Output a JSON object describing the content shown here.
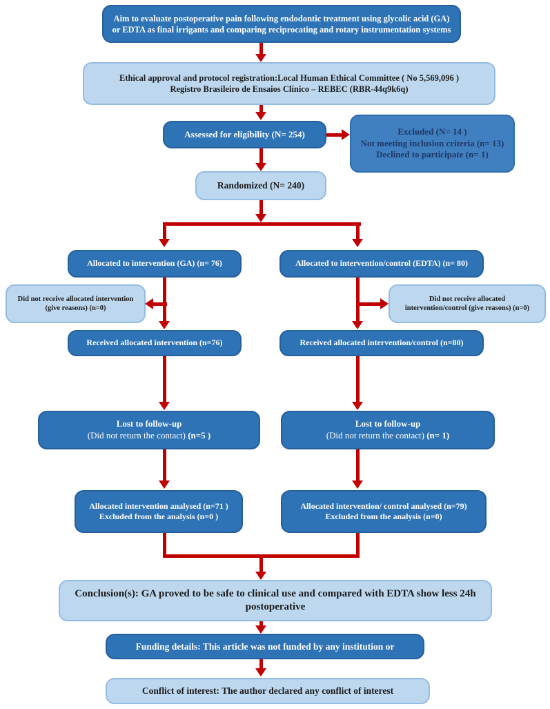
{
  "palette": {
    "background": "#FFFFFF",
    "dark_fill": "#2E73B5",
    "dark_border": "#265F9C",
    "dark_text": "#FFFFFF",
    "light_fill": "#BDD7EE",
    "light_border": "#94BCE2",
    "light_text": "#1B1B1B",
    "medium_fill": "#4080C1",
    "medium_border": "#2C6DAE",
    "medium_text": "#1F3864",
    "arrow_red": "#C00000"
  },
  "nodes": {
    "aim": {
      "text": "Aim to evaluate postoperative pain following endodontic treatment using glycolic acid (GA) or EDTA as final irrigants and comparing reciprocating and rotary instrumentation systems"
    },
    "ethics": {
      "lines": [
        "Ethical approval and protocol registration:Local Human Ethical Committee ( No 5,569,096 )",
        "Registro Brasileiro de Ensaios Clínico – REBEC (RBR-44q9k6q)"
      ]
    },
    "assessed": {
      "text": "Assessed for eligibility (N= 254)"
    },
    "excluded": {
      "lines": [
        "Excluded (N= 14 )",
        "Not meeting inclusion criteria (n= 13)",
        "Declined to participate (n= 1)"
      ]
    },
    "randomized": {
      "text": "Randomized (N= 240)"
    },
    "allocated_ga": {
      "text": "Allocated to intervention (GA) (n= 76)"
    },
    "allocated_edta": {
      "text": "Allocated to intervention/control (EDTA) (n= 80)"
    },
    "not_received_ga": {
      "lines": [
        "Did not receive allocated intervention",
        "(give reasons) (n=0)"
      ]
    },
    "not_received_edta": {
      "lines": [
        "Did not receive allocated",
        "intervention/control (give reasons) (n=0)"
      ]
    },
    "received_ga": {
      "text": "Received allocated intervention (n=76)"
    },
    "received_edta": {
      "text": "Received allocated intervention/control (n=80)"
    },
    "lost_ga": {
      "title": "Lost to follow-up",
      "detail": "(Did not return the contact)",
      "count": "(n=5 )"
    },
    "lost_edta": {
      "title": "Lost to follow-up",
      "detail": "(Did not return the contact)",
      "count": "(n= 1)"
    },
    "analysed_ga": {
      "lines": [
        "Allocated intervention analysed (n=71 )",
        "Excluded from the analysis (n=0 )"
      ]
    },
    "analysed_edta": {
      "lines": [
        "Allocated intervention/ control analysed (n=79)",
        "Excluded from the analysis (n=0)"
      ]
    },
    "conclusion": {
      "text": "Conclusion(s): GA proved to be safe to clinical use and compared with EDTA show less 24h postoperative"
    },
    "funding": {
      "text": "Funding details: This article was not funded by any institution or"
    },
    "conflict": {
      "text": "Conflict of interest: The author declared any conflict of interest"
    }
  }
}
